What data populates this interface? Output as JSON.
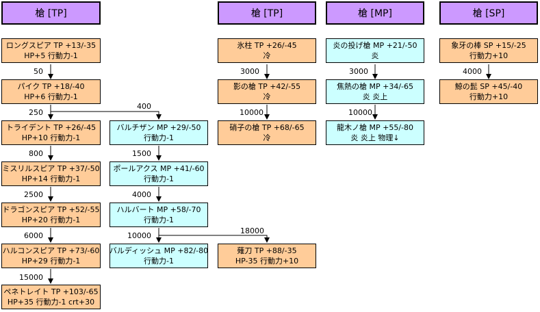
{
  "headers": [
    "槍 [TP]",
    "槍 [TP]",
    "槍 [MP]",
    "槍 [SP]"
  ],
  "columns": {
    "col1": [
      {
        "line1": "ロングスピア TP +13/-35",
        "line2": "HP+5 行動力-1"
      },
      {
        "line1": "パイク TP +18/-40",
        "line2": "HP+6 行動力-1"
      },
      {
        "line1": "トライデント TP +26/-45",
        "line2": "HP+10 行動力-1"
      },
      {
        "line1": "ミスリルスピア TP +37/-50",
        "line2": "HP+14 行動力-1"
      },
      {
        "line1": "ドラゴンスピア TP +52/-55",
        "line2": "HP+20 行動力-1"
      },
      {
        "line1": "ハルコンスピア TP +73/-60",
        "line2": "HP+29 行動力-1"
      },
      {
        "line1": "ペネトレイト TP +103/-65",
        "line2": "HP+35 行動力-1 crt+30"
      }
    ],
    "col2": [
      {
        "line1": "バルチザン MP +29/-50",
        "line2": "行動力-1"
      },
      {
        "line1": "ポールアクス MP +41/-60",
        "line2": "行動力-1"
      },
      {
        "line1": "ハルバート MP +58/-70",
        "line2": "行動力-1"
      },
      {
        "line1": "バルディッシュ MP +82/-80",
        "line2": "行動力-1"
      }
    ],
    "col3": [
      {
        "line1": "氷柱 TP +26/-45",
        "line2": "冷"
      },
      {
        "line1": "影の槍 TP +42/-55",
        "line2": "冷"
      },
      {
        "line1": "硝子の槍 TP +68/-65",
        "line2": "冷"
      },
      {
        "line1": "薙刀 TP +88/-35",
        "line2": "HP-35 行動力+10"
      }
    ],
    "col4": [
      {
        "line1": "炎の投げ槍 MP +21/-50",
        "line2": "炎"
      },
      {
        "line1": "焦熱の槍 MP +34/-65",
        "line2": "炎 炎上"
      },
      {
        "line1": "龍木ノ槍 MP +55/-80",
        "line2": "炎 炎上 物理↓"
      }
    ],
    "col5": [
      {
        "line1": "象牙の棒 SP +15/-25",
        "line2": "行動力+10"
      },
      {
        "line1": "鯨の髭 SP +45/-40",
        "line2": "行動力+10"
      }
    ]
  },
  "costs": {
    "col1": [
      "50",
      "250",
      "800",
      "2500",
      "6000",
      "15000"
    ],
    "col2_branch": "400",
    "col2": [
      "1500",
      "4000",
      "10000"
    ],
    "col3": [
      "3000",
      "10000"
    ],
    "col3_branch": "18000",
    "col4": [
      "3000",
      "10000"
    ],
    "col5": [
      "4000"
    ]
  }
}
